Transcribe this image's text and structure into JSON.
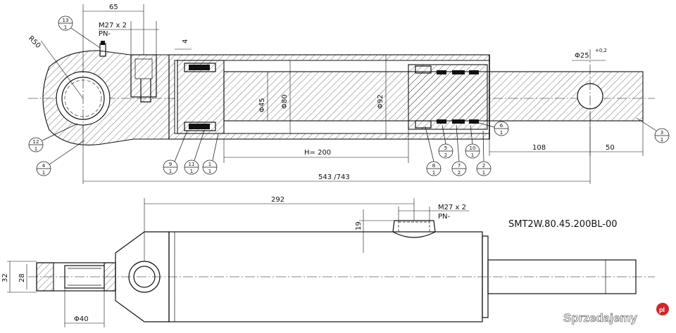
{
  "drawing_number": "SMT2W.80.45.200BL-00",
  "watermark": {
    "text": "Sprzedajemy",
    "suffix": "pl",
    "accent_color": "#d0262c"
  },
  "section_view": {
    "dimensions": {
      "top_offset": "65",
      "thread": "M27 x 2",
      "thread_note": "PN-",
      "eye_radius": "R50",
      "wall": "4",
      "pin_dia": "Φ25",
      "pin_tol": "+0,2",
      "rod_dia": "Φ45",
      "bore_dia": "Φ80",
      "tube_dia": "Φ92",
      "stroke": "H= 200",
      "rod_ext": "108",
      "rod_end": "50",
      "overall": "543 /743"
    },
    "balloons": [
      {
        "top": "13",
        "bottom": "1"
      },
      {
        "top": "12",
        "bottom": "1"
      },
      {
        "top": "4",
        "bottom": "1"
      },
      {
        "top": "9",
        "bottom": "1"
      },
      {
        "top": "11",
        "bottom": "1"
      },
      {
        "top": "1",
        "bottom": "1"
      },
      {
        "top": "6",
        "bottom": "1"
      },
      {
        "top": "5",
        "bottom": "2"
      },
      {
        "top": "10",
        "bottom": "1"
      },
      {
        "top": "3",
        "bottom": "1"
      },
      {
        "top": "8",
        "bottom": "1"
      },
      {
        "top": "7",
        "bottom": "2"
      },
      {
        "top": "2",
        "bottom": "1"
      }
    ]
  },
  "outside_view": {
    "dimensions": {
      "port_distance": "292",
      "port_height": "19",
      "thread": "M27 x 2",
      "thread_note": "PN-",
      "eye_width": "32",
      "eye_inner": "28",
      "eye_dia": "Φ40"
    }
  }
}
